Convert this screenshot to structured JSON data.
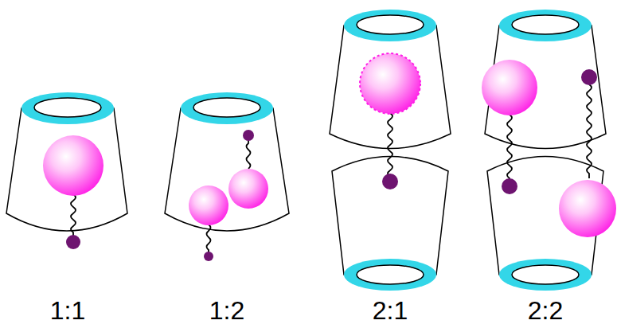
{
  "diagram": {
    "labels": [
      "1:1",
      "1:2",
      "2:1",
      "2:2"
    ]
  }
}
